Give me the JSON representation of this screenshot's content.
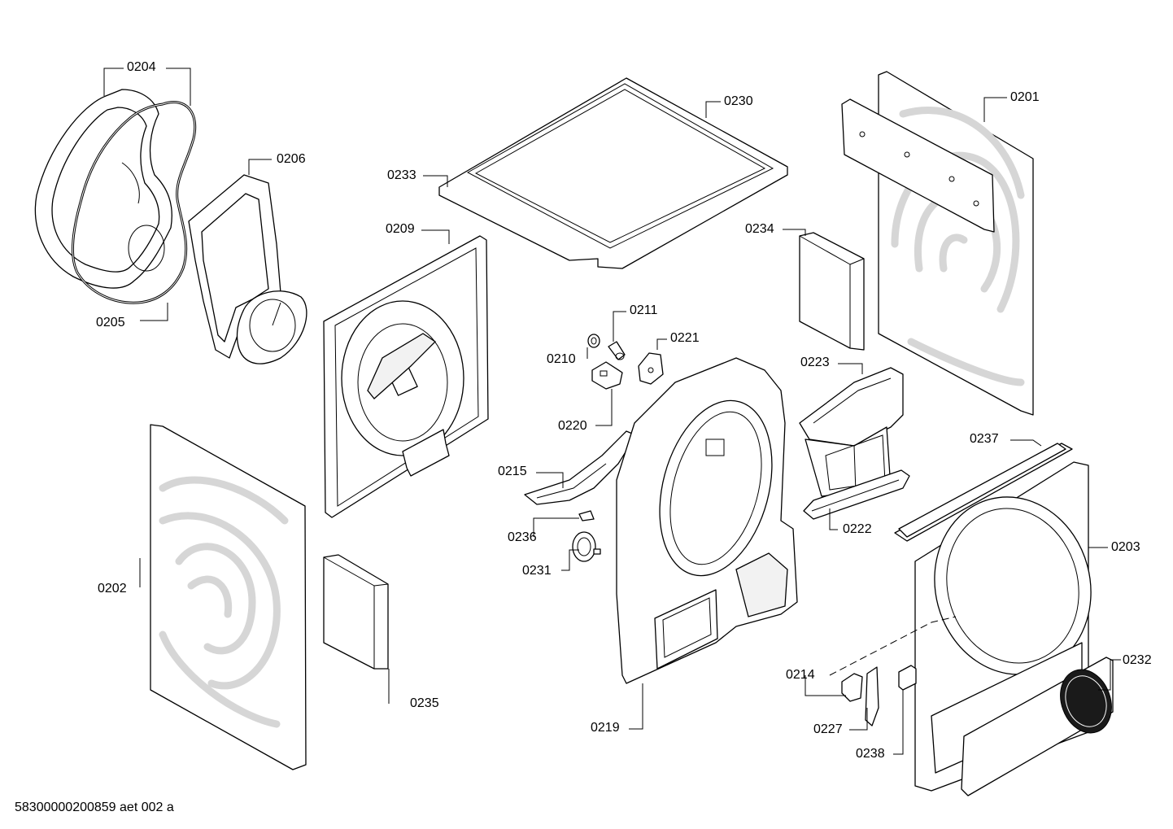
{
  "labels": {
    "p0201": "0201",
    "p0202": "0202",
    "p0203": "0203",
    "p0204": "0204",
    "p0205": "0205",
    "p0206": "0206",
    "p0209": "0209",
    "p0210": "0210",
    "p0211": "0211",
    "p0214": "0214",
    "p0215": "0215",
    "p0219": "0219",
    "p0220": "0220",
    "p0221": "0221",
    "p0222": "0222",
    "p0223": "0223",
    "p0227": "0227",
    "p0230": "0230",
    "p0231": "0231",
    "p0232": "0232",
    "p0233": "0233",
    "p0234": "0234",
    "p0235": "0235",
    "p0236": "0236",
    "p0237": "0237",
    "p0238": "0238"
  },
  "footer": "58300000200859 aet 002 a"
}
